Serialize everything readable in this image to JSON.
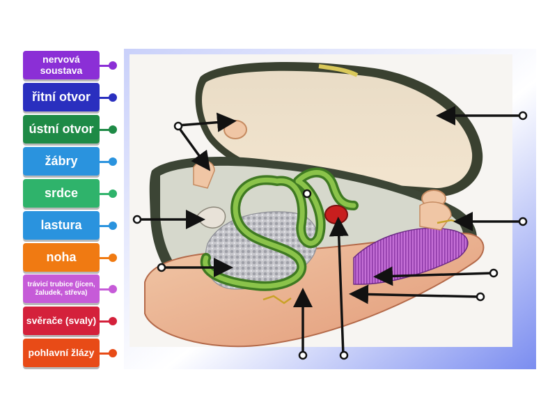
{
  "labels": [
    {
      "text": "nervová soustava",
      "color": "#8b2fd6"
    },
    {
      "text": "řitní otvor",
      "color": "#2a2fbf"
    },
    {
      "text": "ústní otvor",
      "color": "#1e8a46"
    },
    {
      "text": "žábry",
      "color": "#2a93de"
    },
    {
      "text": "srdce",
      "color": "#2fb36b"
    },
    {
      "text": "lastura",
      "color": "#2a93de"
    },
    {
      "text": "noha",
      "color": "#f07a12"
    },
    {
      "text": "trávicí trubice (jícen, žaludek, střeva)",
      "color": "#c65bd8"
    },
    {
      "text": "svěrače (svaly)",
      "color": "#d4213b"
    },
    {
      "text": "pohlavní žlázy",
      "color": "#e84b17"
    }
  ],
  "diagram": {
    "subject": "mussel-anatomy",
    "frame_color": "#7b8df0"
  }
}
